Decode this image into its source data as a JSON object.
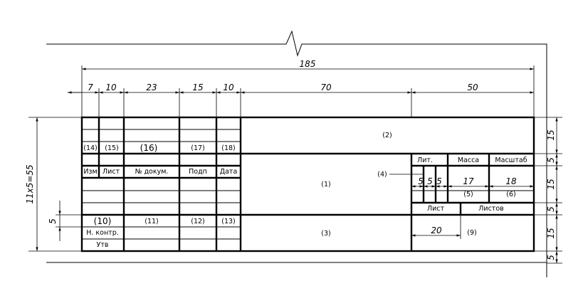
{
  "dimensions": {
    "total_width": "185",
    "col_izm": "7",
    "col_list": "10",
    "col_dokum": "23",
    "col_podp": "15",
    "col_data": "10",
    "col_mid": "70",
    "col_right": "50",
    "rows_total": "11x5=55",
    "row_5_left": "5",
    "right_15_top": "15",
    "right_5_a": "5",
    "right_15_mid": "15",
    "right_5_b": "5",
    "right_15_bot": "15",
    "right_5_c": "5",
    "lit_w_a": "5",
    "lit_w_b": "5",
    "lit_w_c": "5",
    "massa_w": "17",
    "scale_w": "18",
    "sheet_w": "20"
  },
  "header_labels": {
    "izm": "Изм",
    "list": "Лист",
    "dokum": "№ докум.",
    "podp": "Подп",
    "data": "Дата"
  },
  "bottom_labels": {
    "n_kontr": "Н. контр.",
    "utv": "Утв"
  },
  "right_labels": {
    "lit": "Лит.",
    "massa": "Масса",
    "masshtab": "Масштаб",
    "list": "Лист",
    "listov": "Листов"
  },
  "field_numbers": {
    "f1": "(1)",
    "f2": "(2)",
    "f3": "(3)",
    "f4": "(4)",
    "f5": "(5)",
    "f6": "(6)",
    "f9": "(9)",
    "f10": "(10)",
    "f11": "(11)",
    "f12": "(12)",
    "f13": "(13)",
    "f14": "(14)",
    "f15": "(15)",
    "f16": "(16)",
    "f17": "(17)",
    "f18": "(18)"
  }
}
